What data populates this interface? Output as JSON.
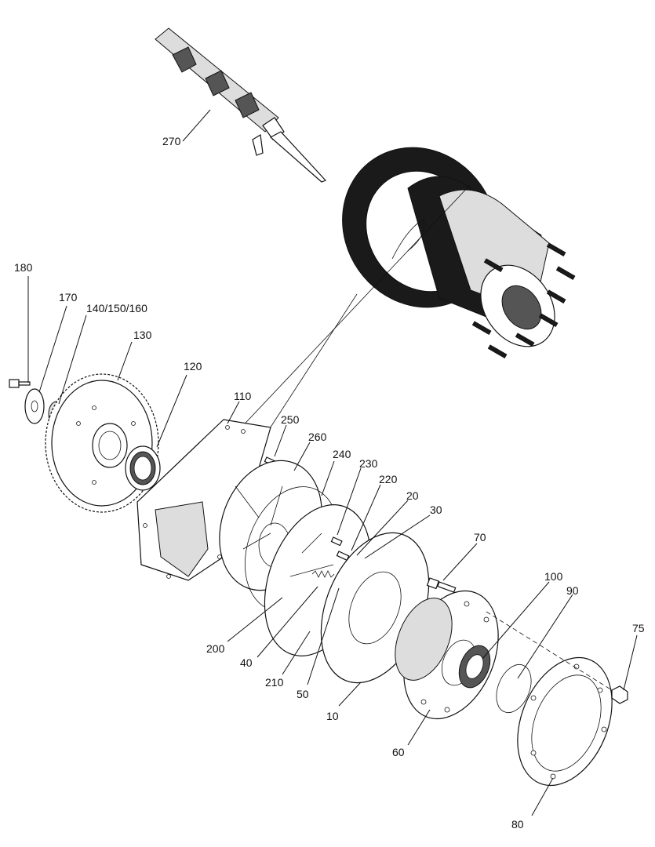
{
  "callouts": {
    "c270": "270",
    "c180": "180",
    "c170": "170",
    "c140": "140/150/160",
    "c130": "130",
    "c120": "120",
    "c110": "110",
    "c250": "250",
    "c260": "260",
    "c240": "240",
    "c230": "230",
    "c220": "220",
    "c20": "20",
    "c30": "30",
    "c70": "70",
    "c100": "100",
    "c90": "90",
    "c75": "75",
    "c200": "200",
    "c40": "40",
    "c210": "210",
    "c50": "50",
    "c10": "10",
    "c60": "60",
    "c80": "80"
  }
}
